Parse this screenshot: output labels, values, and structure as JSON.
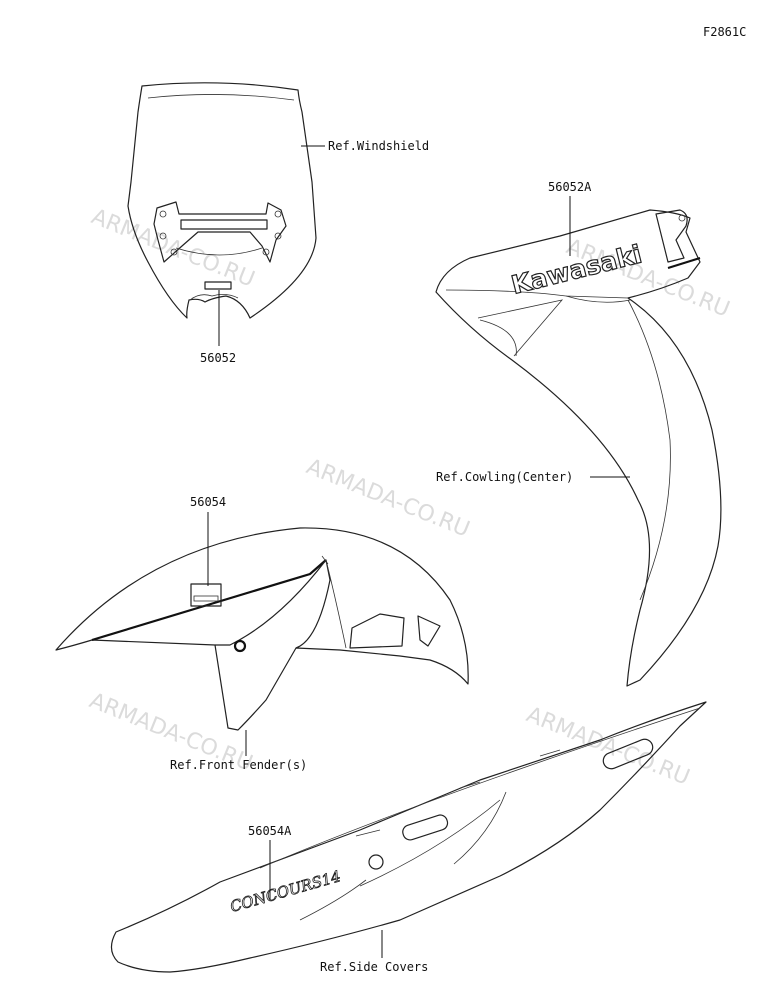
{
  "figure_code": "F2861C",
  "labels": {
    "windshield_ref": "Ref.Windshield",
    "windshield_part": "56052",
    "cowling_part": "56052A",
    "cowling_ref": "Ref.Cowling(Center)",
    "fender_part": "56054",
    "fender_ref": "Ref.Front Fender(s)",
    "side_cover_part": "56054A",
    "side_cover_ref": "Ref.Side Covers"
  },
  "decals": {
    "cowling_logo": "Kawasaki",
    "side_cover_logo": "CONCOURS14"
  },
  "watermarks": [
    "ARMADA-CO.RU",
    "ARMADA-CO.RU",
    "ARMADA-CO.RU",
    "ARMADA-CO.RU",
    "ARMADA-CO.RU"
  ],
  "colors": {
    "line": "#222222",
    "watermark": "#cfcfcf",
    "background": "#ffffff"
  }
}
